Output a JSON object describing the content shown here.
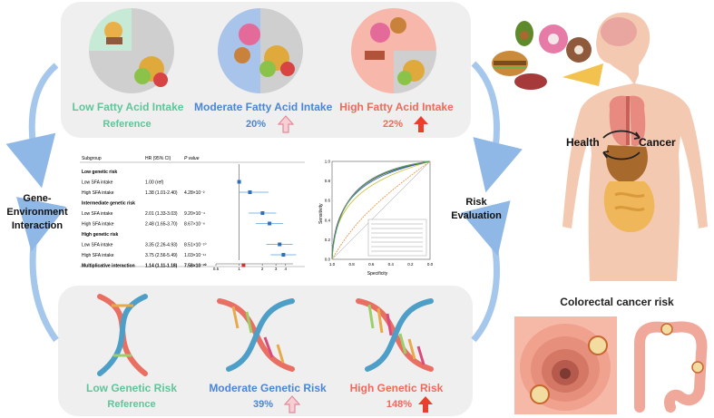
{
  "fatty_acid": {
    "low": {
      "title": "Low Fatty Acid Intake",
      "value": "Reference"
    },
    "moderate": {
      "title": "Moderate Fatty Acid Intake",
      "value": "20%"
    },
    "high": {
      "title": "High Fatty Acid Intake",
      "value": "22%"
    }
  },
  "genetic": {
    "low": {
      "title": "Low Genetic Risk",
      "value": "Reference"
    },
    "moderate": {
      "title": "Moderate Genetic Risk",
      "value": "39%"
    },
    "high": {
      "title": "High Genetic Risk",
      "value": "148%"
    }
  },
  "side": {
    "left_line1": "Gene-Environment",
    "left_line2": "Interaction",
    "right_line1": "Risk",
    "right_line2": "Evaluation"
  },
  "body": {
    "health": "Health",
    "cancer": "Cancer",
    "crc_title": "Colorectal cancer risk"
  },
  "forest": {
    "headers": {
      "subgroup": "Subgroup",
      "hr": "HR (95% CI)",
      "p": "P value"
    },
    "rows": [
      {
        "label": "Low genetic risk",
        "group": true
      },
      {
        "label": "Low SFA intake",
        "hr": "1.00 (ref)",
        "p": "",
        "est": 1.0,
        "lo": 1.0,
        "hi": 1.0
      },
      {
        "label": "High SFA intake",
        "hr": "1.38 (1.01-2.40)",
        "p": "4.28×10⁻²",
        "est": 1.38,
        "lo": 1.01,
        "hi": 2.4
      },
      {
        "label": "Intermediate genetic risk",
        "group": true
      },
      {
        "label": "Low SFA intake",
        "hr": "2.01 (1.33-3.03)",
        "p": "9.20×10⁻⁴",
        "est": 2.01,
        "lo": 1.33,
        "hi": 3.03
      },
      {
        "label": "High SFA intake",
        "hr": "2.48 (1.65-3.70)",
        "p": "8.67×10⁻⁶",
        "est": 2.48,
        "lo": 1.65,
        "hi": 3.7
      },
      {
        "label": "High genetic risk",
        "group": true
      },
      {
        "label": "Low SFA intake",
        "hr": "3.35 (2.26-4.93)",
        "p": "8.51×10⁻¹⁰",
        "est": 3.35,
        "lo": 2.26,
        "hi": 4.93
      },
      {
        "label": "High SFA intake",
        "hr": "3.75 (2.56-5.49)",
        "p": "1.03×10⁻¹¹",
        "est": 3.75,
        "lo": 2.56,
        "hi": 5.49
      },
      {
        "label": "Multiplicative interaction",
        "hr": "1.14 (1.11-1.18)",
        "p": "7.58×10⁻²⁰",
        "est": 1.14,
        "lo": 1.11,
        "hi": 1.18,
        "bold": true,
        "interaction": true
      }
    ],
    "ticks": [
      {
        "v": 0.5,
        "t": "0.5"
      },
      {
        "v": 1,
        "t": "1"
      },
      {
        "v": 2,
        "t": "2"
      },
      {
        "v": 3,
        "t": "3"
      },
      {
        "v": 4,
        "t": "4"
      }
    ]
  },
  "roc": {
    "ylabel": "Sensitivity",
    "xlabel": "Specificity",
    "xticks": [
      "1.0",
      "0.8",
      "0.6",
      "0.4",
      "0.2",
      "0.0"
    ],
    "yticks": [
      "0.0",
      "0.2",
      "0.4",
      "0.6",
      "0.8",
      "1.0"
    ]
  },
  "colors": {
    "green": "#5fc59a",
    "blue": "#4a86d6",
    "red": "#ef6a5a",
    "panel": "#efefef",
    "arrow": "#9fc3ea"
  }
}
